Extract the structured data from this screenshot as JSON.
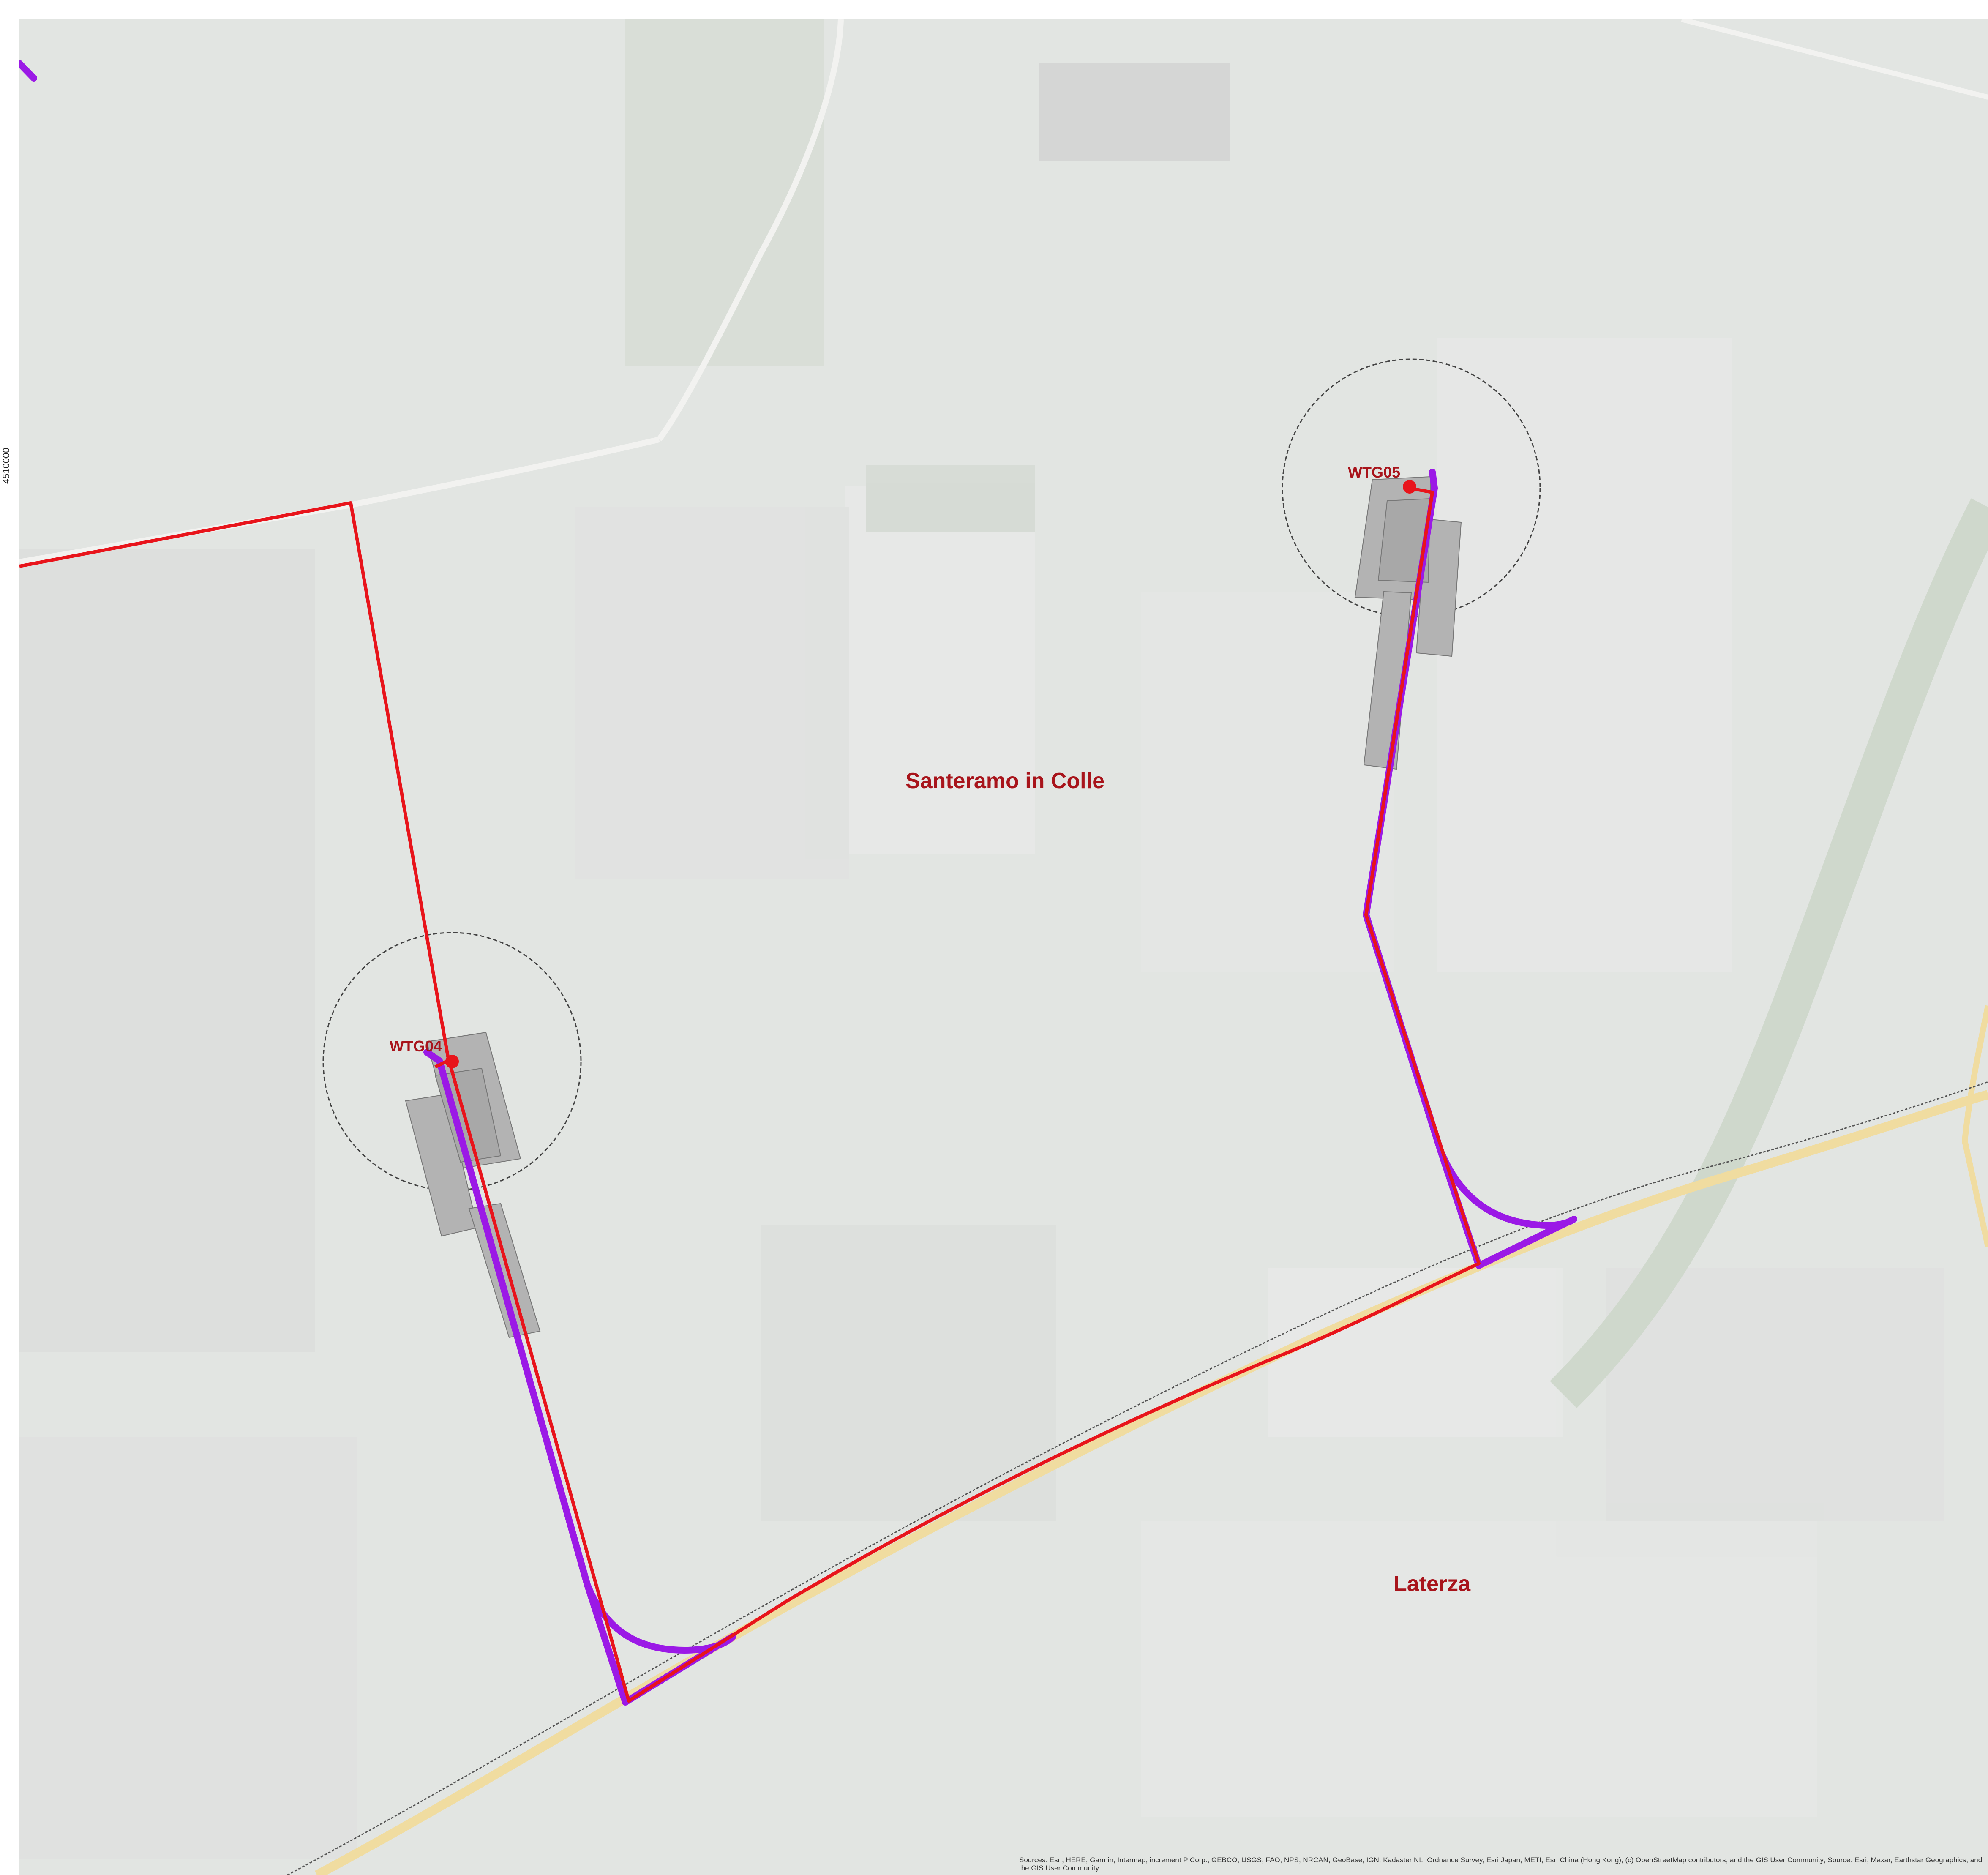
{
  "map": {
    "grid_label_y": "4510000",
    "municipalities": [
      {
        "name": "Santeramo in Colle"
      },
      {
        "name": "Laterza"
      }
    ],
    "turbines": [
      {
        "id": "WTG04"
      },
      {
        "id": "WTG05"
      }
    ],
    "attribution": "Sources: Esri, HERE, Garmin, Intermap, increment P Corp., GEBCO, USGS, FAO, NPS, NRCAN, GeoBase, IGN, Kadaster NL, Ordnance Survey, Esri Japan, METI, Esri China (Hong Kong), (c) OpenStreetMap contributors, and the GIS User Community; Source: Esri, Maxar, Earthstar Geographics, and the GIS User Community",
    "colors": {
      "cable_route": "#e8141b",
      "access_road": "#9b19e6",
      "label_red": "#a8141b",
      "platform_gray": "#b3b3b3",
      "road_yellow": "#f0dca0",
      "base_map": "#e2e5e2"
    }
  }
}
